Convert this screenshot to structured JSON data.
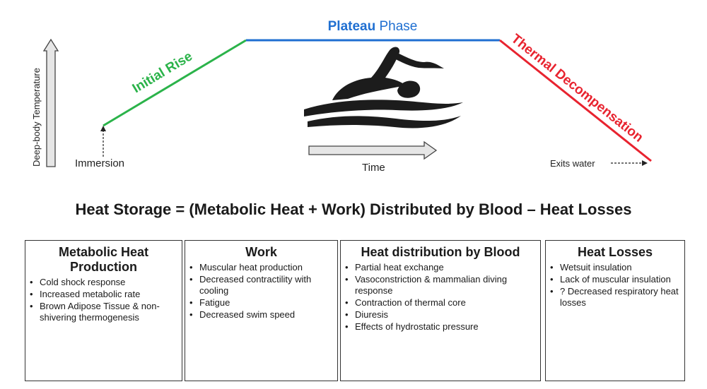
{
  "axis": {
    "y_label": "Deep-body Temperature",
    "x_label": "Time"
  },
  "phases": {
    "initial_rise": "Initial Rise",
    "plateau_word1": "Plateau",
    "plateau_word2": "Phase",
    "decompensation": "Thermal Decompensation"
  },
  "markers": {
    "immersion": "Immersion",
    "exits_water": "Exits water"
  },
  "colors": {
    "initial_rise": "#2bb34a",
    "plateau": "#1f6fd1",
    "decompensation": "#e8232f"
  },
  "icons": [
    "swimmer-icon",
    "up-arrow-icon",
    "right-arrow-icon"
  ],
  "equation": "Heat Storage = (Metabolic Heat + Work) Distributed by Blood – Heat Losses",
  "boxes": [
    {
      "title": "Metabolic Heat Production",
      "items": [
        "Cold shock response",
        "Increased metabolic rate",
        "Brown Adipose Tissue & non-shivering thermogenesis"
      ]
    },
    {
      "title": "Work",
      "items": [
        "Muscular heat production",
        "Decreased contractility with cooling",
        "Fatigue",
        "Decreased swim speed"
      ]
    },
    {
      "title": "Heat distribution by Blood",
      "items": [
        "Partial heat exchange",
        "Vasoconstriction & mammalian diving response",
        "Contraction of  thermal core",
        "Diuresis",
        "Effects of hydrostatic pressure"
      ]
    },
    {
      "title": "Heat Losses",
      "items": [
        "Wetsuit insulation",
        "Lack of muscular insulation",
        "? Decreased respiratory heat losses"
      ]
    }
  ]
}
